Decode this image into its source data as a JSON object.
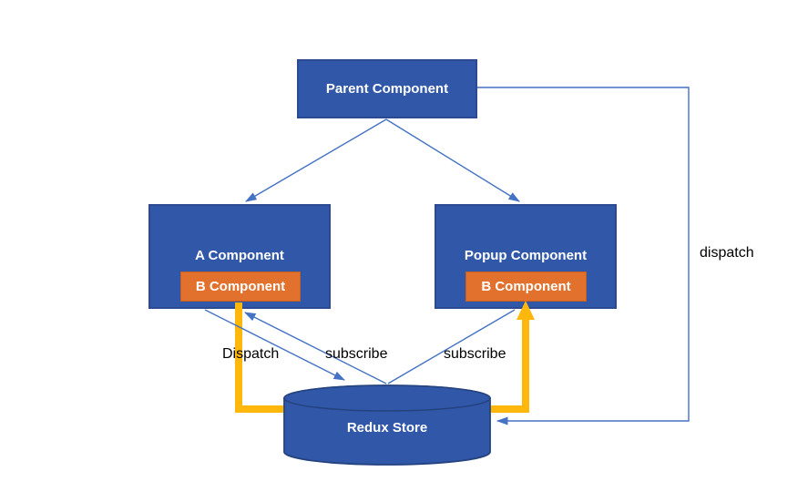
{
  "diagram": {
    "type": "flow-diagram",
    "subject": "redux-data-flow",
    "nodes": {
      "parent_component": {
        "label": "Parent Component"
      },
      "a_component": {
        "label": "A Component"
      },
      "a_b_component": {
        "label": "B Component"
      },
      "popup_component": {
        "label": "Popup Component"
      },
      "popup_b_component": {
        "label": "B Component"
      },
      "redux_store": {
        "label": "Redux Store"
      }
    },
    "edges": {
      "dispatch_a_to_store": {
        "label": "Dispatch",
        "from": "A Component",
        "to": "Redux Store"
      },
      "subscribe_store_to_a_b": {
        "label": "subscribe",
        "from": "Redux Store",
        "to": "B Component (A)"
      },
      "subscribe_store_to_popup_b": {
        "label": "subscribe",
        "from": "Redux Store",
        "to": "B Component (Popup)"
      },
      "dispatch_parent_to_store": {
        "label": "dispatch",
        "from": "Parent Component",
        "to": "Redux Store"
      },
      "parent_to_a": {
        "label": "",
        "from": "Parent Component",
        "to": "A Component"
      },
      "parent_to_popup": {
        "label": "",
        "from": "Parent Component",
        "to": "Popup Component"
      },
      "highlight_b_to_store_to_b": {
        "label": "",
        "from": "B Component (A)",
        "to": "B Component (Popup)"
      }
    },
    "colors": {
      "node_fill": "#3057A8",
      "node_border": "#2B4A92",
      "cylinder_outline": "#24427E",
      "accent_fill": "#E2712D",
      "accent_border": "#C75F1F",
      "connector_blue": "#4472C4",
      "highlight_yellow": "#FFB70B",
      "node_text": "#FFFFFF",
      "label_text": "#000000",
      "background": "#FFFFFF"
    }
  }
}
